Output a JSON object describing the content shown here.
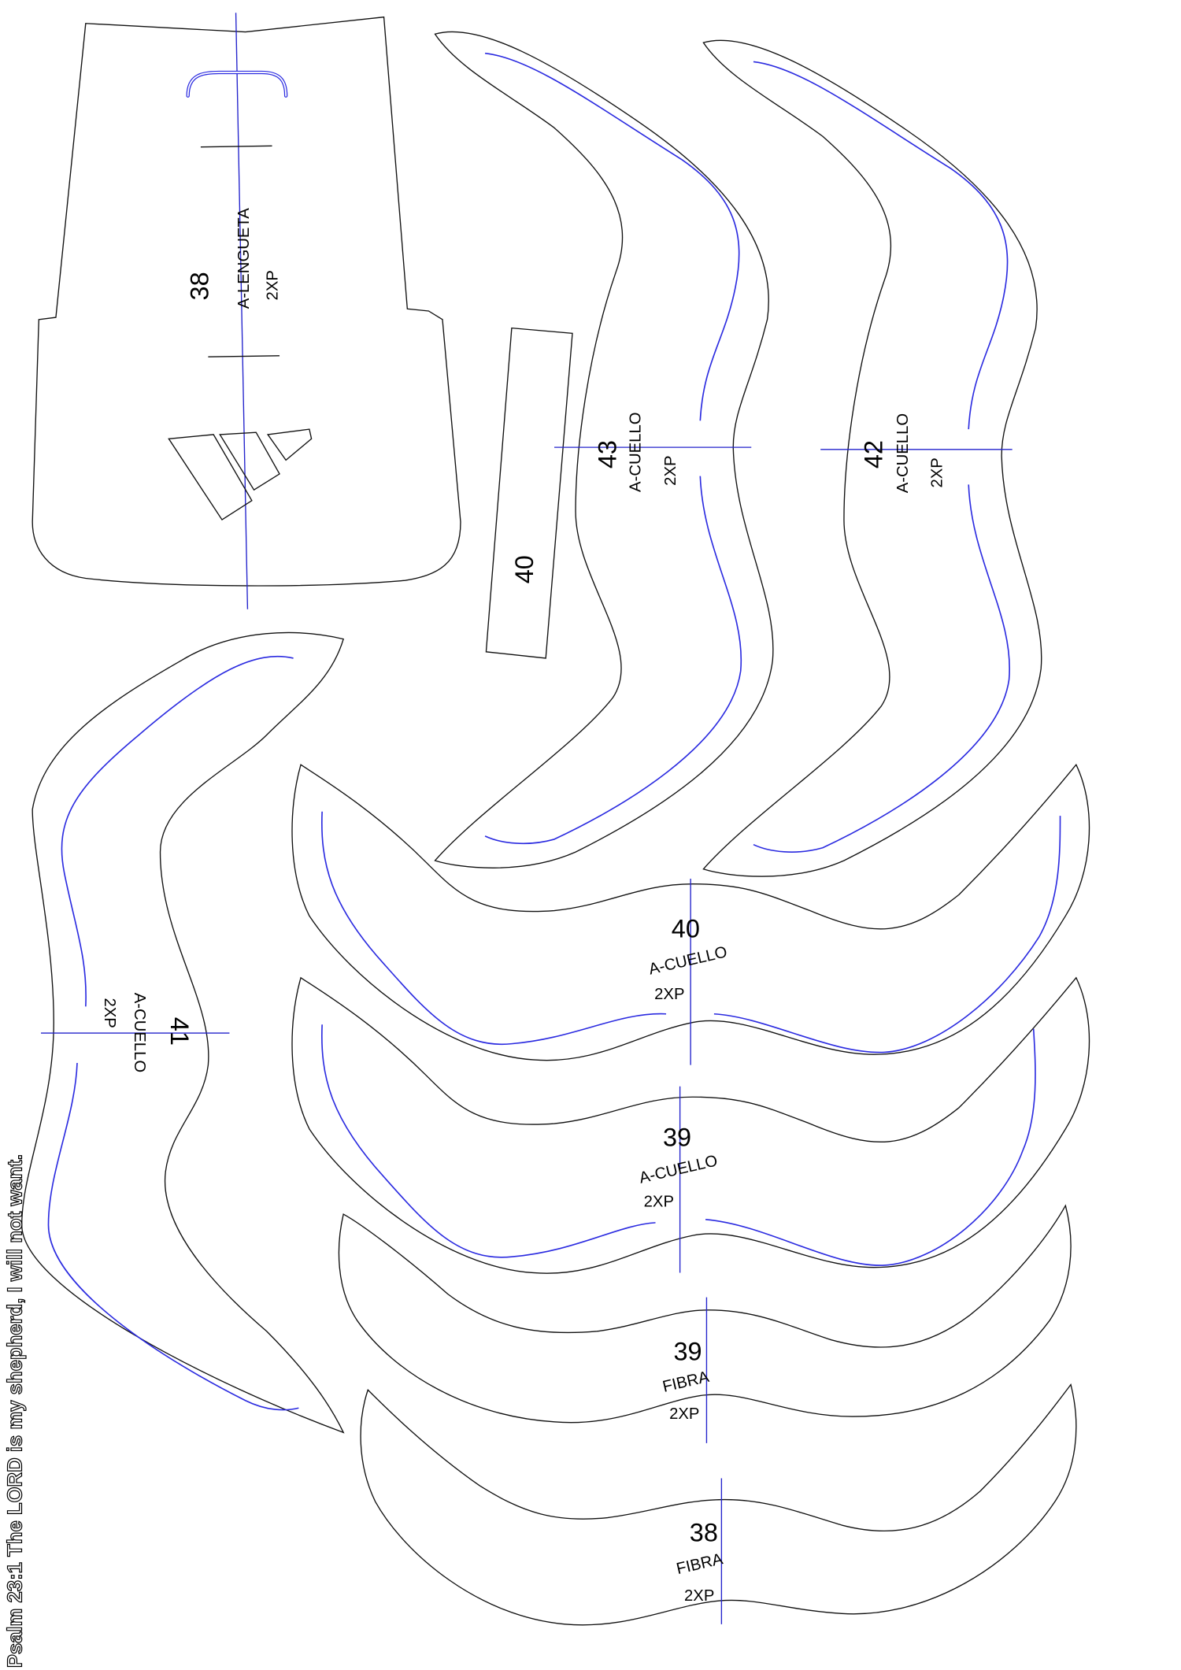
{
  "footer": {
    "verse": "Psalm 23:1 The LORD is my shepherd, I will not want."
  },
  "pieces": {
    "lengueta": {
      "number": "38",
      "name": "A-LENGUETA",
      "qty": "2XP"
    },
    "strip": {
      "number": "40"
    },
    "cuello43": {
      "number": "43",
      "name": "A-CUELLO",
      "qty": "2XP"
    },
    "cuello42": {
      "number": "42",
      "name": "A-CUELLO",
      "qty": "2XP"
    },
    "cuello41": {
      "number": "41",
      "name": "A-CUELLO",
      "qty": "2XP"
    },
    "cuello40": {
      "number": "40",
      "name": "A-CUELLO",
      "qty": "2XP"
    },
    "cuello39": {
      "number": "39",
      "name": "A-CUELLO",
      "qty": "2XP"
    },
    "fibra39": {
      "number": "39",
      "name": "FIBRA",
      "qty": "2XP"
    },
    "fibra38": {
      "number": "38",
      "name": "FIBRA",
      "qty": "2XP"
    }
  },
  "colors": {
    "cut_line": "#111111",
    "stitch_line": "#2a2ae0"
  }
}
